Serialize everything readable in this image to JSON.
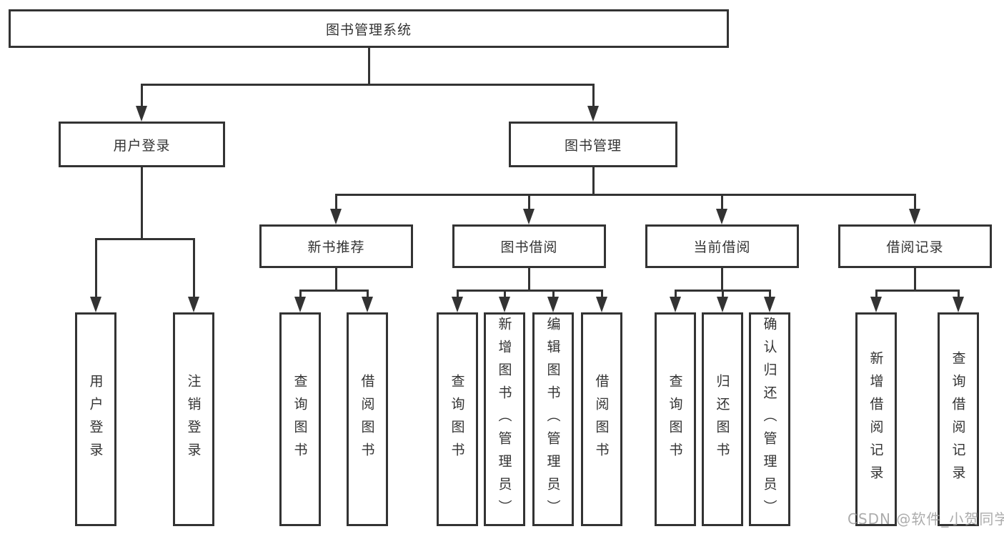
{
  "org": {
    "root": {
      "label": "图书管理系统"
    },
    "groups": [
      {
        "label": "用户登录",
        "leaves": [
          {
            "label": "用户登录"
          },
          {
            "label": "注销登录"
          }
        ]
      },
      {
        "label": "图书管理",
        "sections": [
          {
            "label": "新书推荐",
            "leaves": [
              {
                "label": "查询图书"
              },
              {
                "label": "借阅图书"
              }
            ]
          },
          {
            "label": "图书借阅",
            "leaves": [
              {
                "label": "查询图书"
              },
              {
                "label": "新增图书（管理员）"
              },
              {
                "label": "编辑图书（管理员）"
              },
              {
                "label": "借阅图书"
              }
            ]
          },
          {
            "label": "当前借阅",
            "leaves": [
              {
                "label": "查询图书"
              },
              {
                "label": "归还图书"
              },
              {
                "label": "确认归还（管理员）"
              }
            ]
          },
          {
            "label": "借阅记录",
            "leaves": [
              {
                "label": "新增借阅记录"
              },
              {
                "label": "查询借阅记录"
              }
            ]
          }
        ]
      }
    ]
  },
  "watermark": {
    "text": "CSDN @软件_小贺同学"
  },
  "colors": {
    "line": "#333333",
    "box_border": "#333333",
    "text": "#333333",
    "background": "#ffffff",
    "watermark": "#9e9e9e"
  }
}
